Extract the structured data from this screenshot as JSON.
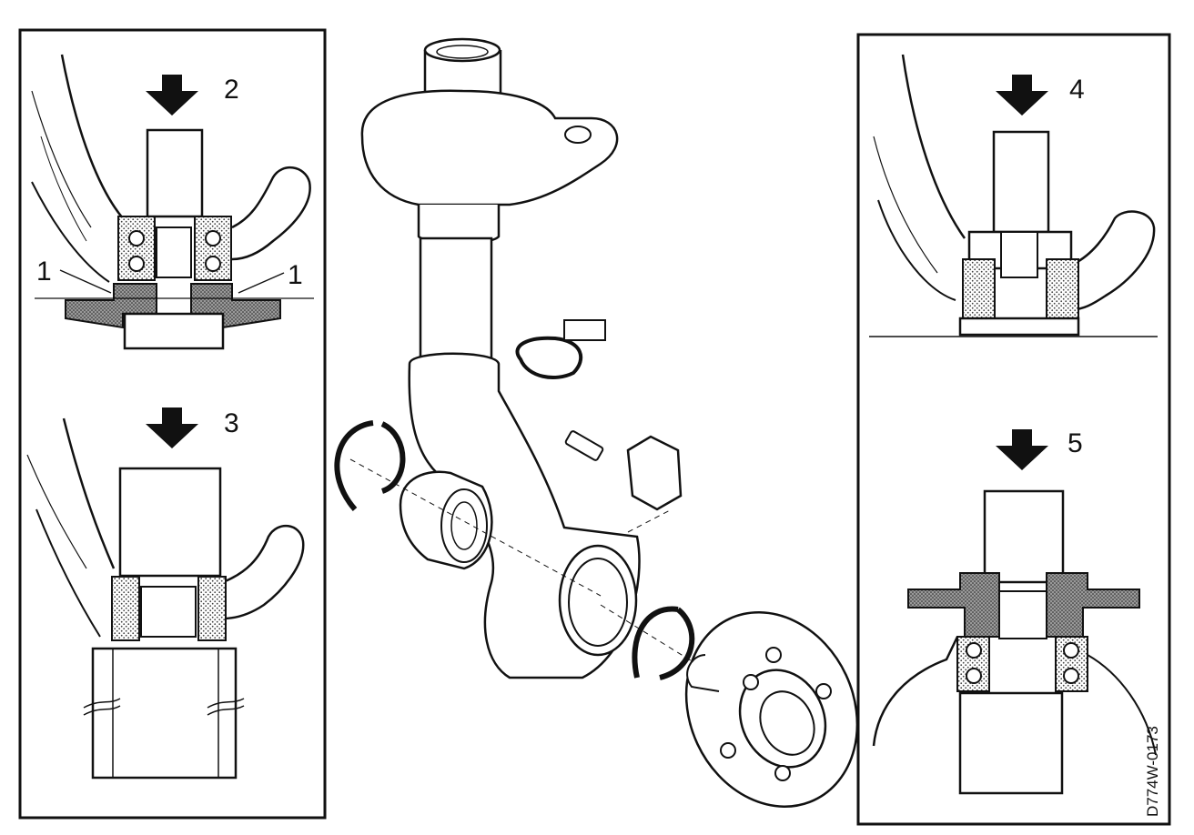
{
  "steps": {
    "step2": {
      "number": "2"
    },
    "step3": {
      "number": "3"
    },
    "step4": {
      "number": "4"
    },
    "step5": {
      "number": "5"
    }
  },
  "callouts": {
    "left": "1",
    "right": "1"
  },
  "drawing_code": "D774W-0173"
}
